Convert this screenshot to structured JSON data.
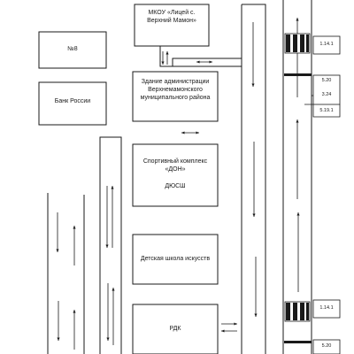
{
  "buildings": {
    "school": "МКОУ «Лицей с. Верхний Мамон»",
    "no8": "№8",
    "admin": "Здание администрации Верхнемамонского муниципального района",
    "bank": "Банк России",
    "sport_line1": "Спортивный комплекс «ДОН»",
    "sport_line2": "ДЮСШ",
    "art_school": "Детская школа искусств",
    "rdk": "РДК"
  },
  "signs": {
    "top_crossing": "1.14.1",
    "group1_a": "5.20",
    "group1_b": "3.24",
    "group1_c": "5.19.1",
    "bottom_crossing": "1.14.1",
    "bottom_speed_bump": "5.20"
  },
  "colors": {
    "ink": "#1a1a1a",
    "paper": "#ffffff"
  }
}
